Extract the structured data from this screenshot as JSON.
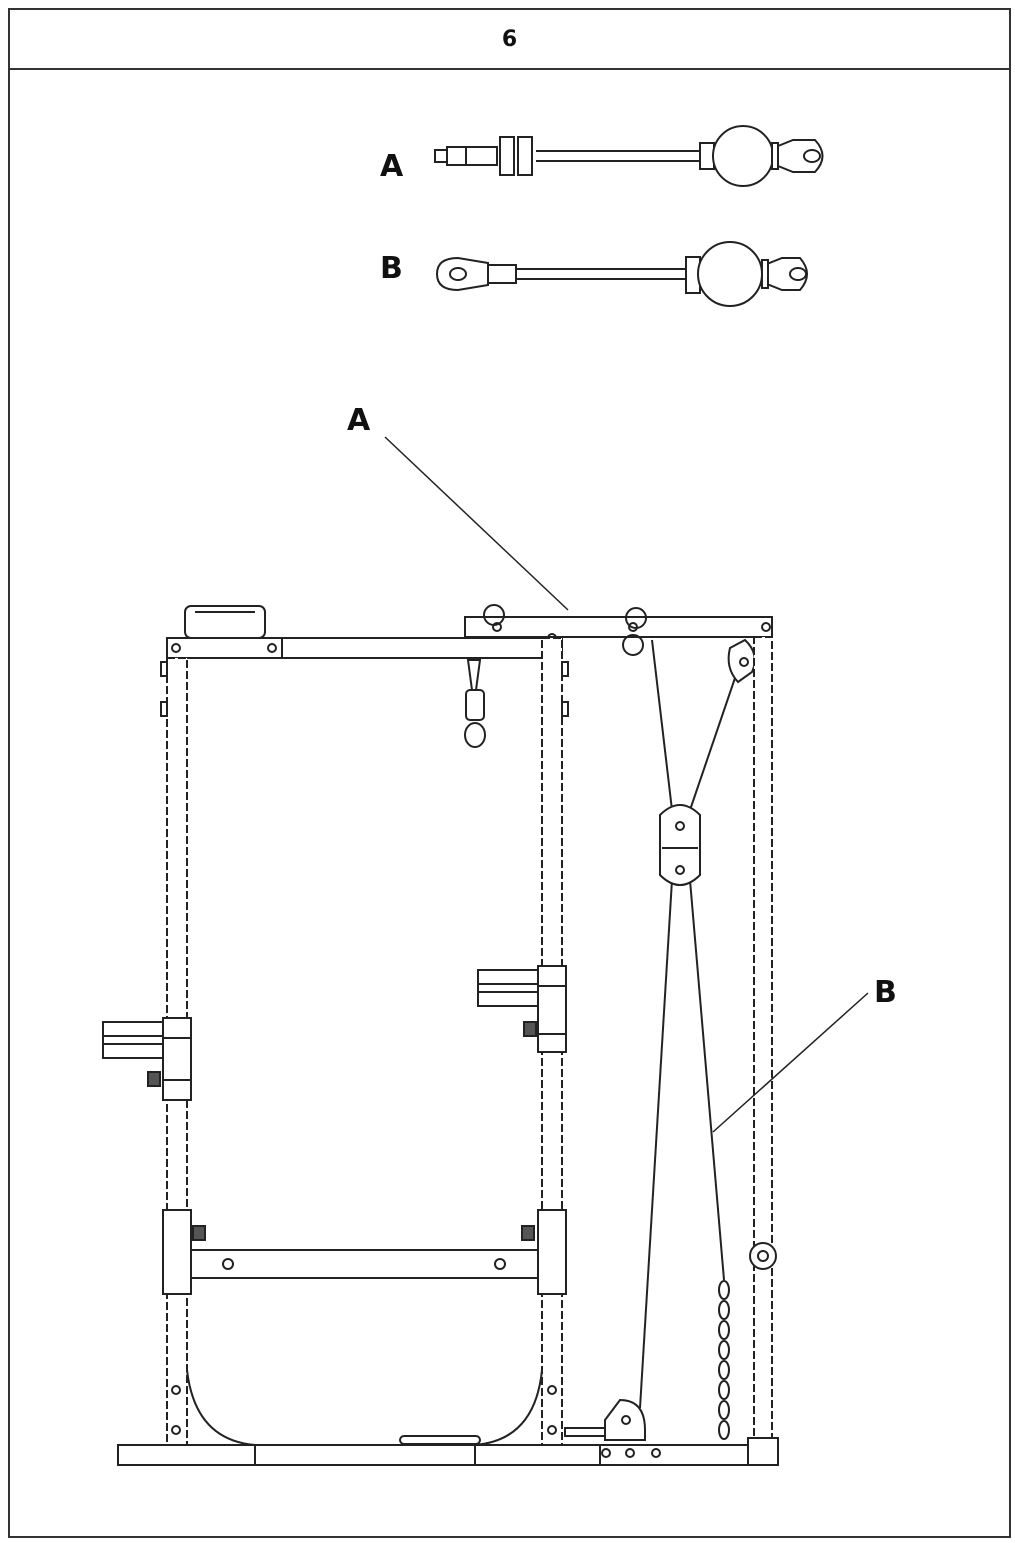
{
  "step": {
    "number": "6"
  },
  "parts": {
    "cable_a_label": "A",
    "cable_b_label": "B"
  },
  "callouts": {
    "a_label": "A",
    "b_label": "B"
  }
}
